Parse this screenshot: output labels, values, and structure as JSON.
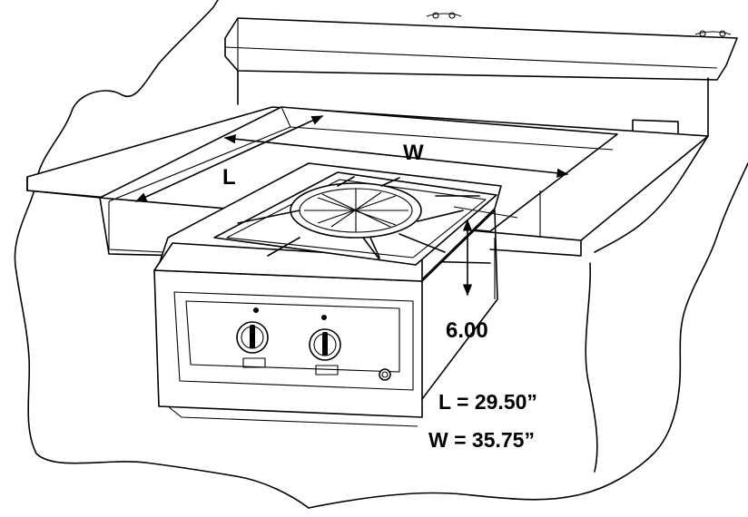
{
  "labels": {
    "w_marker": "W",
    "l_marker": "L",
    "depth": "6.00",
    "length_spec": "L  = 29.50”",
    "width_spec": "W = 35.75”"
  },
  "dimensions": {
    "L": 29.5,
    "W": 35.75,
    "depth": 6.0
  },
  "icons": {
    "left_knob": "control-knob-icon",
    "right_knob": "control-knob-icon",
    "igniter": "igniter-button-icon"
  },
  "colors": {
    "line": "#000000",
    "background": "#ffffff"
  }
}
